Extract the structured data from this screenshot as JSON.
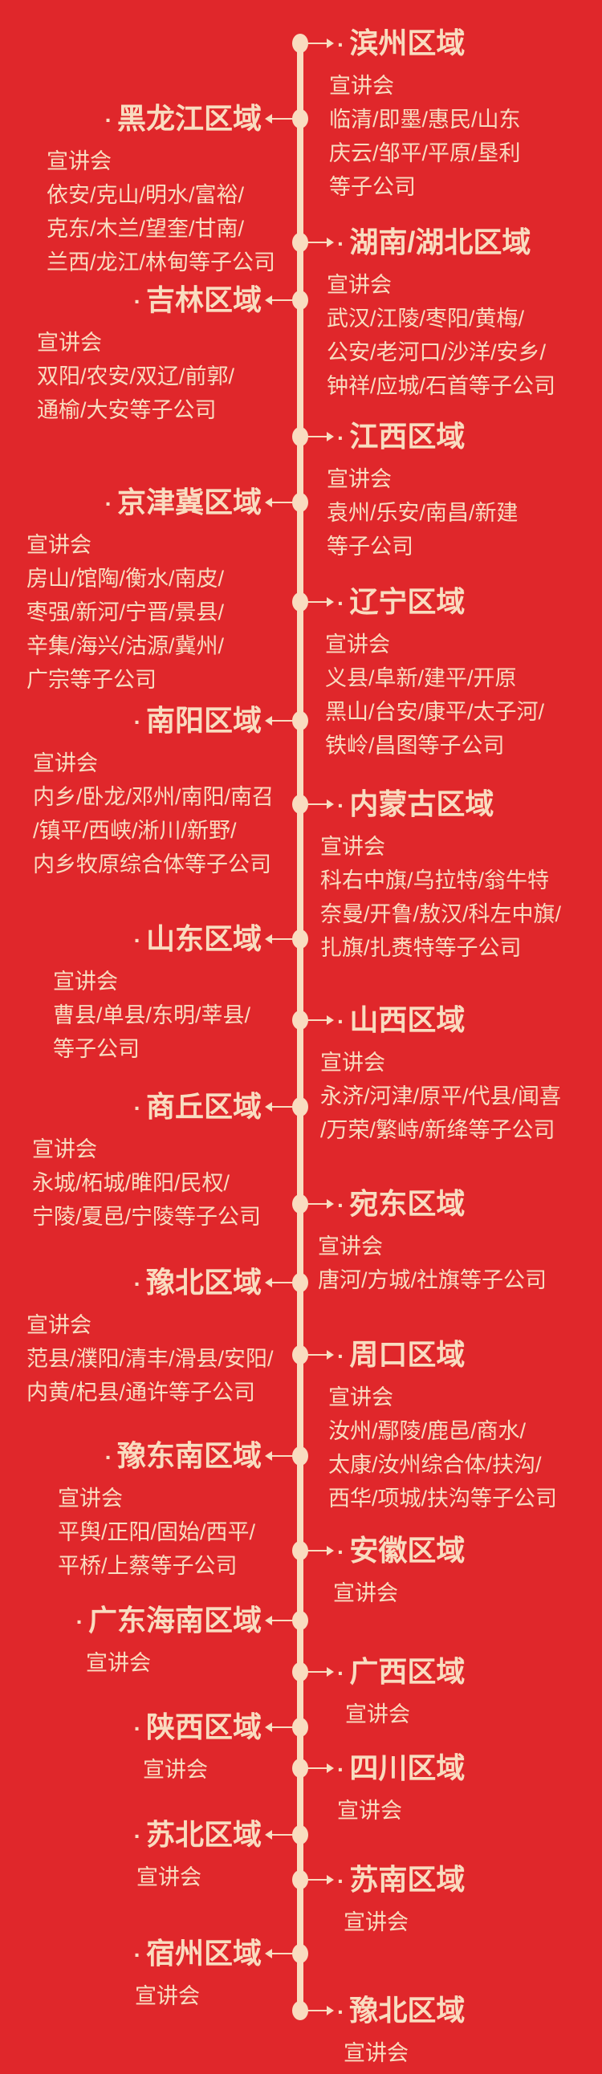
{
  "colors": {
    "background": "#e0272b",
    "accent": "#f9dcc0"
  },
  "bullet": "·",
  "right": [
    {
      "title": "滨州区域",
      "lines": [
        "宣讲会",
        "临清/即墨/惠民/山东",
        "庆云/邹平/平原/垦利",
        "等子公司"
      ]
    },
    {
      "title": "湖南/湖北区域",
      "lines": [
        "宣讲会",
        "武汉/江陵/枣阳/黄梅/",
        "公安/老河口/沙洋/安乡/",
        "钟祥/应城/石首等子公司"
      ]
    },
    {
      "title": "江西区域",
      "lines": [
        "宣讲会",
        "袁州/乐安/南昌/新建",
        "等子公司"
      ]
    },
    {
      "title": "辽宁区域",
      "lines": [
        "宣讲会",
        "义县/阜新/建平/开原",
        "黑山/台安/康平/太子河/",
        "铁岭/昌图等子公司"
      ]
    },
    {
      "title": "内蒙古区域",
      "lines": [
        "宣讲会",
        "科右中旗/乌拉特/翁牛特",
        "奈曼/开鲁/敖汉/科左中旗/",
        "扎旗/扎赉特等子公司"
      ]
    },
    {
      "title": "山西区域",
      "lines": [
        "宣讲会",
        "永济/河津/原平/代县/闻喜",
        "/万荣/繁峙/新绛等子公司"
      ]
    },
    {
      "title": "宛东区域",
      "lines": [
        "宣讲会",
        "唐河/方城/社旗等子公司"
      ]
    },
    {
      "title": "周口区域",
      "lines": [
        "宣讲会",
        "汝州/鄢陵/鹿邑/商水/",
        "太康/汝州综合体/扶沟/",
        "西华/项城/扶沟等子公司"
      ]
    },
    {
      "title": "安徽区域",
      "lines": [
        "宣讲会"
      ]
    },
    {
      "title": "广西区域",
      "lines": [
        "宣讲会"
      ]
    },
    {
      "title": "四川区域",
      "lines": [
        "宣讲会"
      ]
    },
    {
      "title": "苏南区域",
      "lines": [
        "宣讲会"
      ]
    },
    {
      "title": "豫北区域",
      "lines": [
        "宣讲会"
      ]
    }
  ],
  "left": [
    {
      "title": "黑龙江区域",
      "lines": [
        "宣讲会",
        "依安/克山/明水/富裕/",
        "克东/木兰/望奎/甘南/",
        "兰西/龙江/林甸等子公司"
      ]
    },
    {
      "title": "吉林区域",
      "lines": [
        "宣讲会",
        "双阳/农安/双辽/前郭/",
        "通榆/大安等子公司"
      ]
    },
    {
      "title": "京津冀区域",
      "lines": [
        "宣讲会",
        "房山/馆陶/衡水/南皮/",
        "枣强/新河/宁晋/景县/",
        "辛集/海兴/沽源/冀州/",
        "广宗等子公司"
      ]
    },
    {
      "title": "南阳区域",
      "lines": [
        "宣讲会",
        "内乡/卧龙/邓州/南阳/南召",
        "/镇平/西峡/淅川/新野/",
        "内乡牧原综合体等子公司"
      ]
    },
    {
      "title": "山东区域",
      "lines": [
        "宣讲会",
        "曹县/单县/东明/莘县/",
        "等子公司"
      ]
    },
    {
      "title": "商丘区域",
      "lines": [
        "宣讲会",
        "永城/柘城/睢阳/民权/",
        "宁陵/夏邑/宁陵等子公司"
      ]
    },
    {
      "title": "豫北区域",
      "lines": [
        "宣讲会",
        "范县/濮阳/清丰/滑县/安阳/",
        "内黄/杞县/通许等子公司"
      ]
    },
    {
      "title": "豫东南区域",
      "lines": [
        "宣讲会",
        "平舆/正阳/固始/西平/",
        "平桥/上蔡等子公司"
      ]
    },
    {
      "title": "广东海南区域",
      "lines": [
        "宣讲会"
      ]
    },
    {
      "title": "陕西区域",
      "lines": [
        "宣讲会"
      ]
    },
    {
      "title": "苏北区域",
      "lines": [
        "宣讲会"
      ]
    },
    {
      "title": "宿州区域",
      "lines": [
        "宣讲会"
      ]
    }
  ]
}
